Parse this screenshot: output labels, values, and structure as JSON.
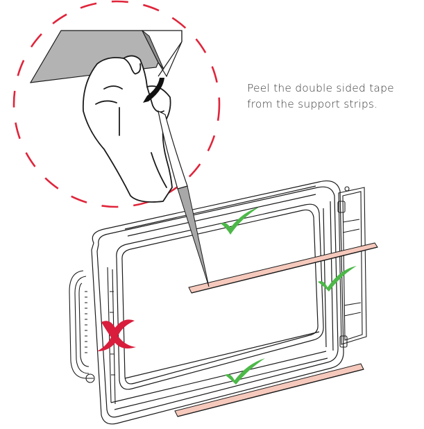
{
  "instruction": {
    "line1": "Peel the double sided tape",
    "line2": "from the support strips."
  },
  "illustration": {
    "detail_callout": "dashed-circle-magnified-hand-peeling-tape",
    "correct_marks": [
      "top-rail-check",
      "right-rail-check",
      "bottom-rail-check"
    ],
    "incorrect_marks": [
      "handle-side-cross"
    ],
    "tape_strips": [
      "upper-tape-strip",
      "lower-tape-strip"
    ]
  },
  "colors": {
    "dashed_circle": "#e0243a",
    "check": "#4cb848",
    "cross": "#d81e3c",
    "tape": "#f6c9bd",
    "backing": "#b3b3b3",
    "line": "#1a1a1a",
    "text": "#3a3a3a"
  }
}
